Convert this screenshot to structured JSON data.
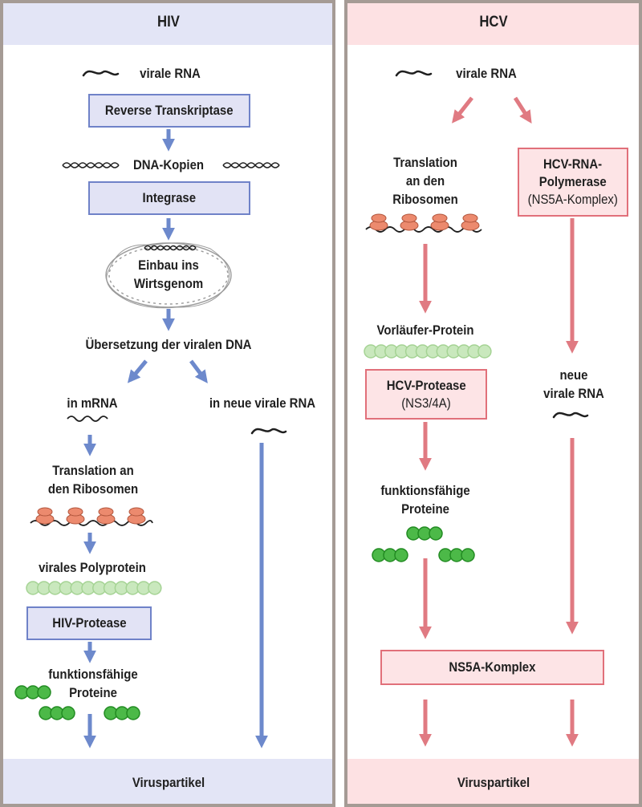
{
  "colors": {
    "blue_arrow": "#6d89cc",
    "red_arrow": "#e07a82",
    "hiv_header_bg": "#e3e5f6",
    "hcv_header_bg": "#fde1e3",
    "panel_border": "#a59b95",
    "ribosome": "#ec8a6e",
    "protein_green": "#4cb948",
    "polyprotein_green": "#c9e8bd"
  },
  "hiv": {
    "header": "HIV",
    "viral_rna": "virale RNA",
    "reverse_transcriptase": "Reverse Transkriptase",
    "dna_copies": "DNA-Kopien",
    "integrase": "Integrase",
    "integration_line1": "Einbau ins",
    "integration_line2": "Wirtsgenom",
    "translation_viral_dna": "Übersetzung der viralen DNA",
    "in_mrna": "in mRNA",
    "in_new_viral_rna": "in neue virale RNA",
    "translation_line1": "Translation an",
    "translation_line2": "den Ribosomen",
    "viral_polyprotein": "virales Polyprotein",
    "hiv_protease": "HIV-Protease",
    "functional_line1": "funktionsfähige",
    "functional_line2": "Proteine",
    "footer": "Viruspartikel"
  },
  "hcv": {
    "header": "HCV",
    "viral_rna": "virale RNA",
    "translation_line1": "Translation",
    "translation_line2": "an den",
    "translation_line3": "Ribosomen",
    "polymerase_line1": "HCV-RNA-",
    "polymerase_line2": "Polymerase",
    "polymerase_line3": "(NS5A-Komplex)",
    "precursor_protein": "Vorläufer-Protein",
    "protease_line1": "HCV-Protease",
    "protease_line2": "(NS3/4A)",
    "new_rna_line1": "neue",
    "new_rna_line2": "virale RNA",
    "functional_line1": "funktionsfähige",
    "functional_line2": "Proteine",
    "ns5a_complex": "NS5A-Komplex",
    "footer": "Viruspartikel"
  }
}
